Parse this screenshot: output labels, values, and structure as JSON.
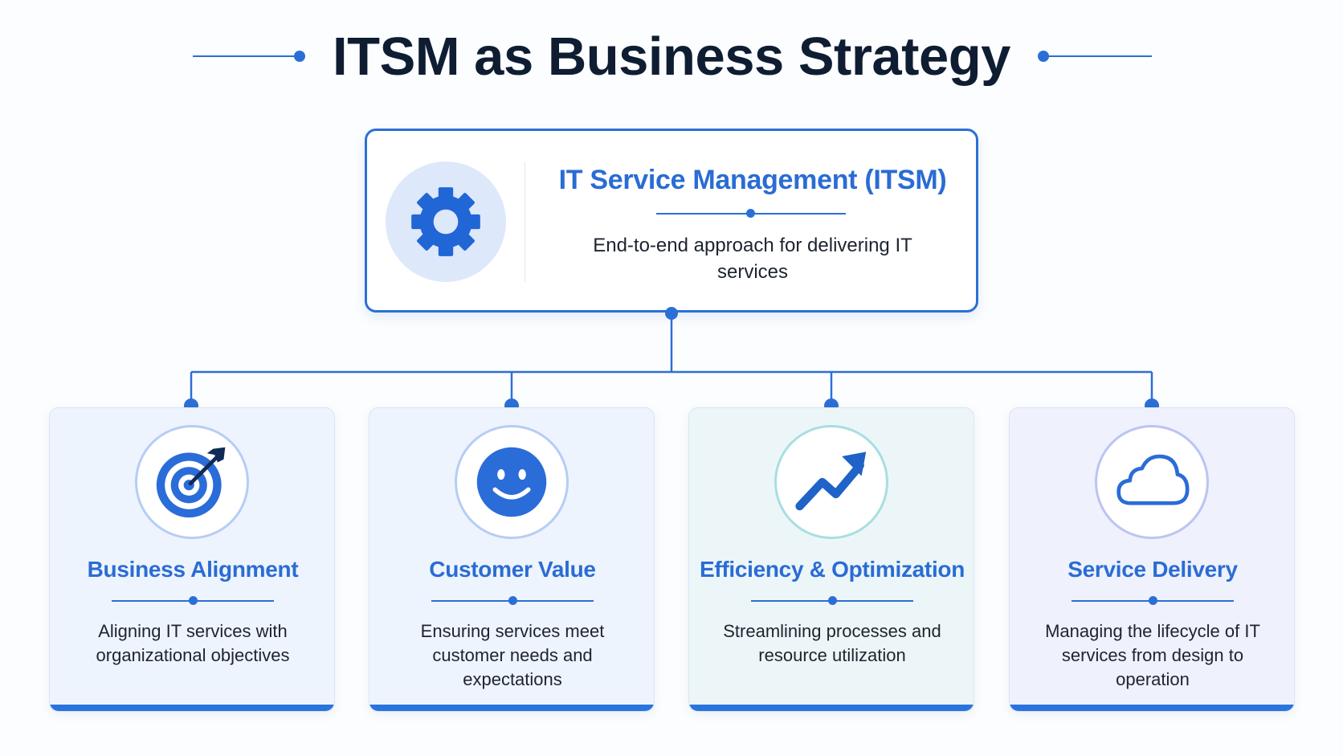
{
  "title": "ITSM as Business Strategy",
  "colors": {
    "accent": "#2b6fd6",
    "title_text": "#0f1d33",
    "heading_blue": "#2a6cd4",
    "body_text": "#1d2430"
  },
  "top_card": {
    "icon": "gear-icon",
    "title": "IT Service Management (ITSM)",
    "description": "End-to-end approach for delivering IT services"
  },
  "pillars": [
    {
      "icon": "target-icon",
      "title": "Business Alignment",
      "description": "Aligning IT services with organizational objectives"
    },
    {
      "icon": "smiley-icon",
      "title": "Customer Value",
      "description": "Ensuring services meet customer needs and expectations"
    },
    {
      "icon": "trend-up-icon",
      "title": "Efficiency & Optimization",
      "description": "Streamlining processes and resource utilization"
    },
    {
      "icon": "cloud-icon",
      "title": "Service Delivery",
      "description": "Managing the lifecycle of IT services from design to operation"
    }
  ]
}
